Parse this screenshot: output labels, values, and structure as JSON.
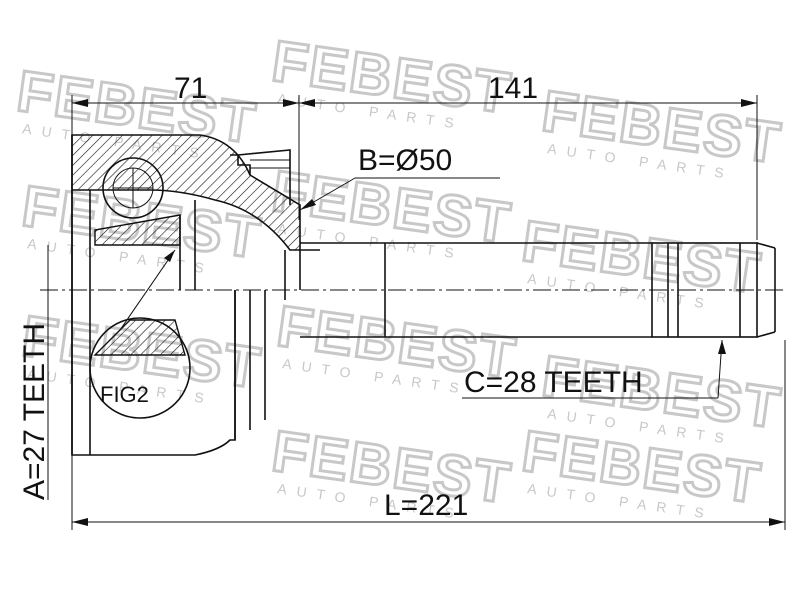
{
  "watermark": {
    "brand": "FEBEST",
    "tagline": "AUTO PARTS"
  },
  "dimensions": {
    "top_left": "71",
    "top_right": "141",
    "bore": "B=Ø50",
    "spline_outer": "A=27 TEETH",
    "spline_inner": "C=28 TEETH",
    "length": "L=221"
  },
  "figure": {
    "callout": "FIG2"
  },
  "colors": {
    "line": "#111111",
    "watermark": "#c8c8c8",
    "hatch": "#111111"
  }
}
